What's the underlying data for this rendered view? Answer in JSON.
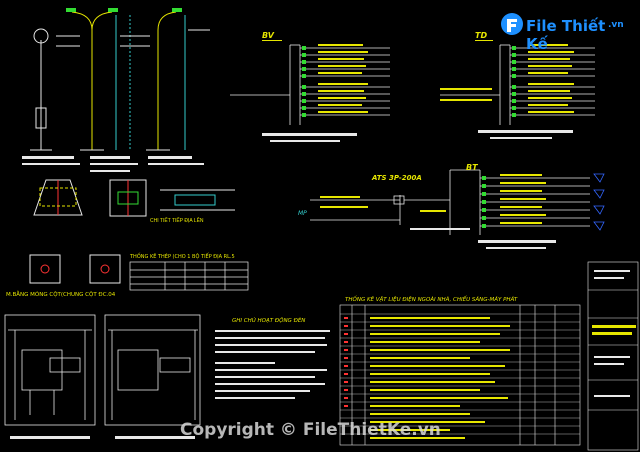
{
  "logo": {
    "text": "File Thiết Kế",
    "suffix": ".vn",
    "color": "#1e90ff"
  },
  "watermark": {
    "text": "Copyright © FileThietKe.vn"
  },
  "colors": {
    "background": "#000000",
    "line_white": "#e8e8e8",
    "line_green": "#33dd33",
    "line_yellow": "#e6e600",
    "line_red": "#ff3333",
    "line_cyan": "#33cccc",
    "line_blue": "#3366ff"
  },
  "labels": {
    "bv": "BV",
    "td": "TD",
    "bt": "BT",
    "ats": "ATS 3P-200A",
    "mp": "MP",
    "bang_thep": "THỐNG KÊ THÉP (CHO 1 BỘ TIẾP ĐỊA RL.5",
    "thong_ke": "THỐNG KÊ VẬT LIỆU ĐIỆN NGOÀI NHÀ, CHIẾU SÁNG-MÁY PHÁT",
    "ghi_chu": "GHI CHÚ HOẠT ĐỘNG ĐÈN",
    "mong": "M.BẰNG MÓNG CỘT(CHUNG CỘT ĐC.04",
    "chi_tiet": "CHI TIẾT TIẾP ĐỊA LÊN"
  }
}
